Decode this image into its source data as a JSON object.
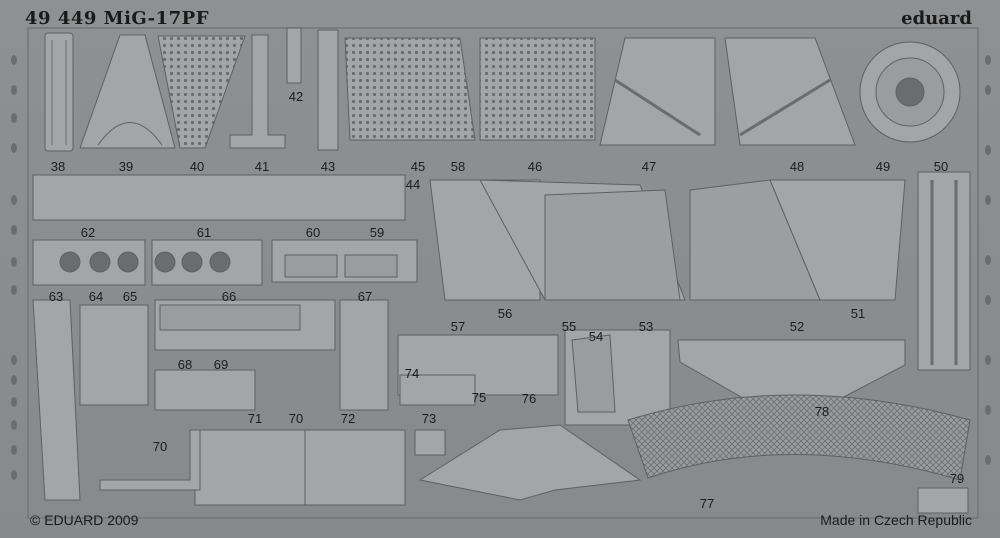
{
  "sheet": {
    "product_number": "49 449",
    "model": "MiG-17PF",
    "brand": "eduard",
    "copyright": "© EDUARD 2009",
    "origin": "Made in Czech Republic"
  },
  "part_labels": {
    "p38": "38",
    "p39": "39",
    "p40": "40",
    "p41": "41",
    "p42": "42",
    "p43": "43",
    "p44": "44",
    "p45": "45",
    "p46": "46",
    "p47": "47",
    "p48": "48",
    "p49": "49",
    "p50": "50",
    "p51": "51",
    "p52": "52",
    "p53": "53",
    "p54": "54",
    "p55": "55",
    "p56": "56",
    "p57": "57",
    "p58": "58",
    "p59": "59",
    "p60": "60",
    "p61": "61",
    "p62": "62",
    "p63": "63",
    "p64": "64",
    "p65": "65",
    "p66": "66",
    "p67": "67",
    "p68": "68",
    "p69": "69",
    "p70a": "70",
    "p70b": "70",
    "p71": "71",
    "p72": "72",
    "p73": "73",
    "p74": "74",
    "p75": "75",
    "p76": "76",
    "p77": "77",
    "p78": "78",
    "p79": "79"
  },
  "colors": {
    "fret": "#8b8d8f",
    "part": "#a3a5a8",
    "edge": "#5e6062",
    "text": "#1c1c1c"
  }
}
